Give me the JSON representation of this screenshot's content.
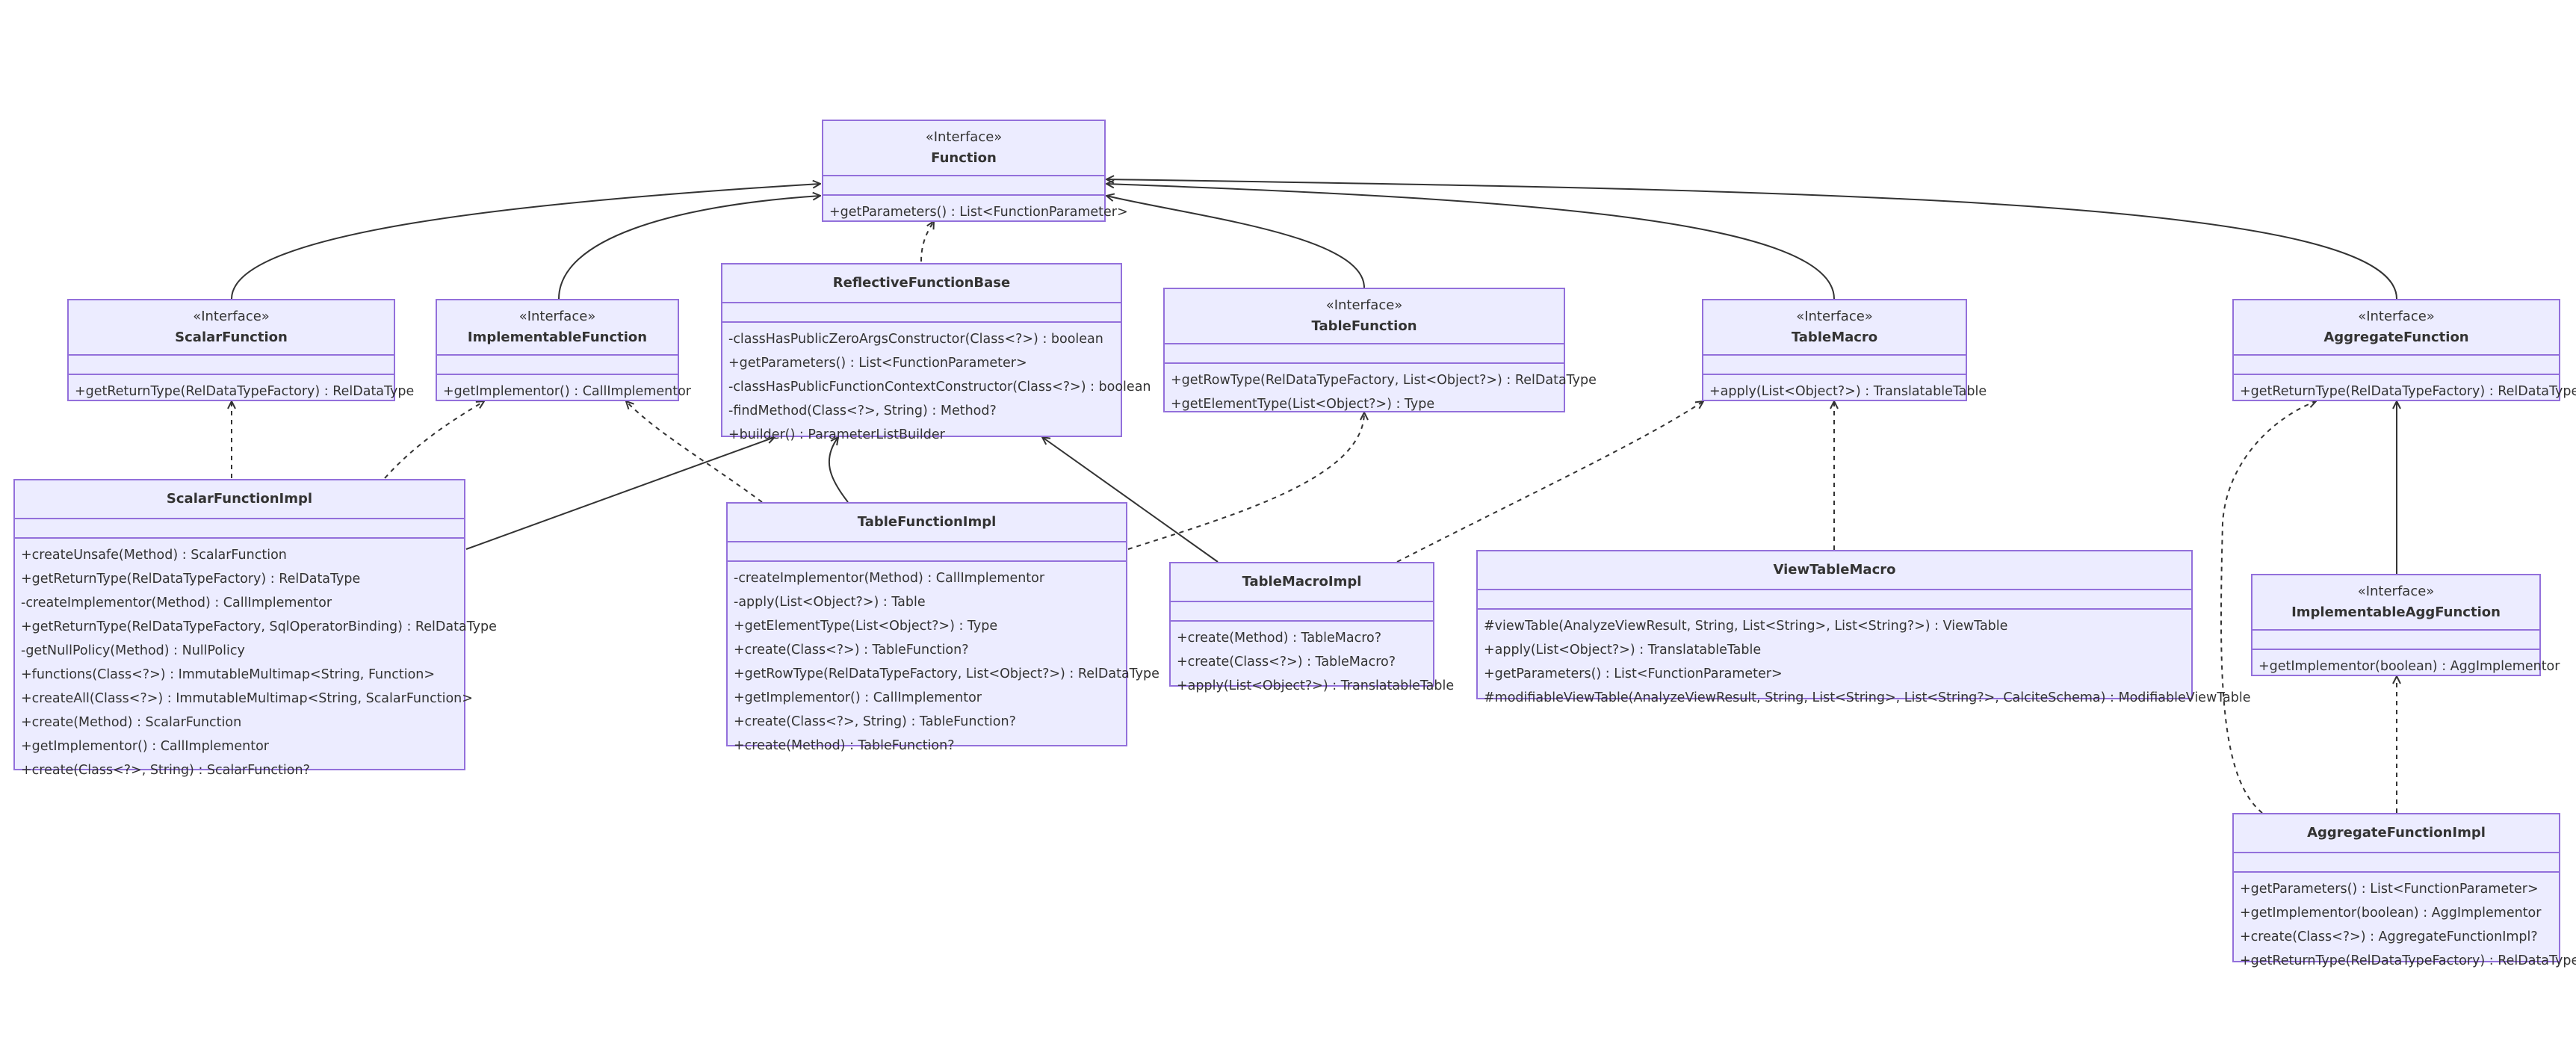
{
  "diagram": {
    "type": "uml-class-diagram",
    "colors": {
      "fill": "#ECECFF",
      "border": "#9370DB",
      "text": "#333333",
      "edge": "#333333"
    },
    "classes": {
      "Function": {
        "stereotype": "«Interface»",
        "name": "Function",
        "methods": [
          "+getParameters() : List<FunctionParameter>"
        ]
      },
      "ScalarFunction": {
        "stereotype": "«Interface»",
        "name": "ScalarFunction",
        "methods": [
          "+getReturnType(RelDataTypeFactory) : RelDataType"
        ]
      },
      "ImplementableFunction": {
        "stereotype": "«Interface»",
        "name": "ImplementableFunction",
        "methods": [
          "+getImplementor() : CallImplementor"
        ]
      },
      "ReflectiveFunctionBase": {
        "name": "ReflectiveFunctionBase",
        "methods": [
          "-classHasPublicZeroArgsConstructor(Class<?>) : boolean",
          "+getParameters() : List<FunctionParameter>",
          "-classHasPublicFunctionContextConstructor(Class<?>) : boolean",
          "-findMethod(Class<?>, String) : Method?",
          "+builder() : ParameterListBuilder"
        ]
      },
      "TableFunction": {
        "stereotype": "«Interface»",
        "name": "TableFunction",
        "methods": [
          "+getRowType(RelDataTypeFactory, List<Object?>) : RelDataType",
          "+getElementType(List<Object?>) : Type"
        ]
      },
      "TableMacro": {
        "stereotype": "«Interface»",
        "name": "TableMacro",
        "methods": [
          "+apply(List<Object?>) : TranslatableTable"
        ]
      },
      "AggregateFunction": {
        "stereotype": "«Interface»",
        "name": "AggregateFunction",
        "methods": [
          "+getReturnType(RelDataTypeFactory) : RelDataType"
        ]
      },
      "ScalarFunctionImpl": {
        "name": "ScalarFunctionImpl",
        "methods": [
          "+createUnsafe(Method) : ScalarFunction",
          "+getReturnType(RelDataTypeFactory) : RelDataType",
          "-createImplementor(Method) : CallImplementor",
          "+getReturnType(RelDataTypeFactory, SqlOperatorBinding) : RelDataType",
          "-getNullPolicy(Method) : NullPolicy",
          "+functions(Class<?>) : ImmutableMultimap<String, Function>",
          "+createAll(Class<?>) : ImmutableMultimap<String, ScalarFunction>",
          "+create(Method) : ScalarFunction",
          "+getImplementor() : CallImplementor",
          "+create(Class<?>, String) : ScalarFunction?"
        ]
      },
      "TableFunctionImpl": {
        "name": "TableFunctionImpl",
        "methods": [
          "-createImplementor(Method) : CallImplementor",
          "-apply(List<Object?>) : Table",
          "+getElementType(List<Object?>) : Type",
          "+create(Class<?>) : TableFunction?",
          "+getRowType(RelDataTypeFactory, List<Object?>) : RelDataType",
          "+getImplementor() : CallImplementor",
          "+create(Class<?>, String) : TableFunction?",
          "+create(Method) : TableFunction?"
        ]
      },
      "TableMacroImpl": {
        "name": "TableMacroImpl",
        "methods": [
          "+create(Method) : TableMacro?",
          "+create(Class<?>) : TableMacro?",
          "+apply(List<Object?>) : TranslatableTable"
        ]
      },
      "ViewTableMacro": {
        "name": "ViewTableMacro",
        "methods": [
          "#viewTable(AnalyzeViewResult, String, List<String>, List<String?>) : ViewTable",
          "+apply(List<Object?>) : TranslatableTable",
          "+getParameters() : List<FunctionParameter>",
          "#modifiableViewTable(AnalyzeViewResult, String, List<String>, List<String?>, CalciteSchema) : ModifiableViewTable"
        ]
      },
      "ImplementableAggFunction": {
        "stereotype": "«Interface»",
        "name": "ImplementableAggFunction",
        "methods": [
          "+getImplementor(boolean) : AggImplementor"
        ]
      },
      "AggregateFunctionImpl": {
        "name": "AggregateFunctionImpl",
        "methods": [
          "+getParameters() : List<FunctionParameter>",
          "+getImplementor(boolean) : AggImplementor",
          "+create(Class<?>) : AggregateFunctionImpl?",
          "+getReturnType(RelDataTypeFactory) : RelDataType"
        ]
      }
    },
    "relations": [
      {
        "from": "ScalarFunction",
        "to": "Function",
        "kind": "extends"
      },
      {
        "from": "ImplementableFunction",
        "to": "Function",
        "kind": "extends"
      },
      {
        "from": "ReflectiveFunctionBase",
        "to": "Function",
        "kind": "implements"
      },
      {
        "from": "TableFunction",
        "to": "Function",
        "kind": "extends"
      },
      {
        "from": "TableMacro",
        "to": "Function",
        "kind": "extends"
      },
      {
        "from": "AggregateFunction",
        "to": "Function",
        "kind": "extends"
      },
      {
        "from": "ScalarFunctionImpl",
        "to": "ScalarFunction",
        "kind": "implements"
      },
      {
        "from": "ScalarFunctionImpl",
        "to": "ImplementableFunction",
        "kind": "implements"
      },
      {
        "from": "ScalarFunctionImpl",
        "to": "ReflectiveFunctionBase",
        "kind": "extends"
      },
      {
        "from": "TableFunctionImpl",
        "to": "ImplementableFunction",
        "kind": "implements"
      },
      {
        "from": "TableFunctionImpl",
        "to": "ReflectiveFunctionBase",
        "kind": "extends"
      },
      {
        "from": "TableFunctionImpl",
        "to": "TableFunction",
        "kind": "implements"
      },
      {
        "from": "TableMacroImpl",
        "to": "ReflectiveFunctionBase",
        "kind": "extends"
      },
      {
        "from": "TableMacroImpl",
        "to": "TableMacro",
        "kind": "implements"
      },
      {
        "from": "ViewTableMacro",
        "to": "TableMacro",
        "kind": "implements"
      },
      {
        "from": "ImplementableAggFunction",
        "to": "AggregateFunction",
        "kind": "extends"
      },
      {
        "from": "AggregateFunctionImpl",
        "to": "AggregateFunction",
        "kind": "implements"
      },
      {
        "from": "AggregateFunctionImpl",
        "to": "ImplementableAggFunction",
        "kind": "implements"
      }
    ]
  }
}
